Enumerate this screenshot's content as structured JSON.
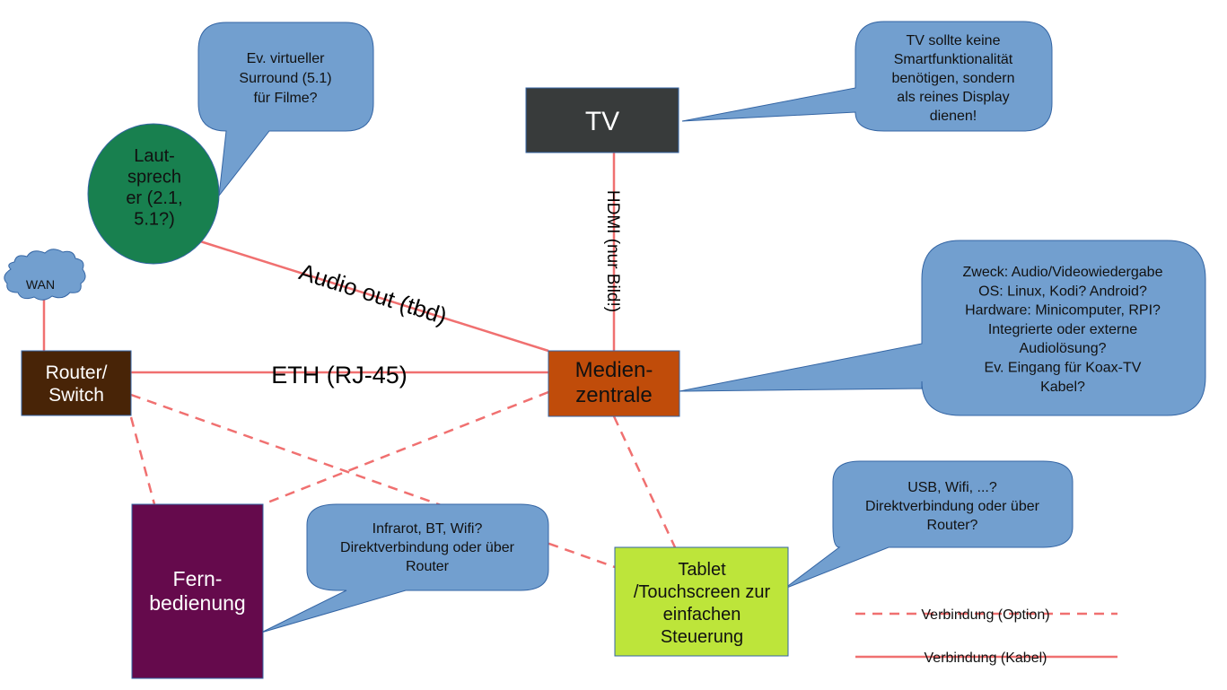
{
  "colors": {
    "cable": "#f07070",
    "callout_fill": "#729fcf",
    "callout_stroke": "#3465a4",
    "node_stroke": "#3465a4",
    "tv": "#383b3b",
    "router": "#482407",
    "medien": "#c04c0a",
    "lautsprecher": "#18804f",
    "fernbedienung": "#650a4c",
    "tablet": "#bde53a",
    "wan": "#729fcf"
  },
  "nodes": {
    "tv": {
      "label": [
        "TV"
      ]
    },
    "router": {
      "label": [
        "Router/",
        "Switch"
      ]
    },
    "medien": {
      "label": [
        "Medien-",
        "zentrale"
      ]
    },
    "lautsprecher": {
      "label": [
        "Laut-",
        "sprech",
        "er (2.1,",
        "5.1?)"
      ]
    },
    "fernbedienung": {
      "label": [
        "Fern-",
        "bedienung"
      ]
    },
    "tablet": {
      "label": [
        "Tablet",
        "/Touchscreen zur",
        "einfachen",
        "Steuerung"
      ]
    },
    "wan": {
      "label": [
        "WAN"
      ]
    }
  },
  "connections": {
    "audio": {
      "label": "Audio out (tbd)",
      "type": "cable"
    },
    "eth": {
      "label": "ETH (RJ-45)",
      "type": "cable"
    },
    "hdmi": {
      "label": "HDMI (nur Bild!)",
      "type": "cable"
    },
    "wan_router": {
      "type": "cable"
    },
    "router_fern": {
      "type": "option"
    },
    "router_tablet": {
      "type": "option"
    },
    "medien_fern": {
      "type": "option"
    },
    "medien_tablet": {
      "type": "option"
    }
  },
  "callouts": {
    "surround": [
      "Ev. virtueller",
      "Surround (5.1)",
      "für Filme?"
    ],
    "tv_note": [
      "TV sollte keine",
      "Smartfunktionalität",
      "benötigen, sondern",
      "als reines Display",
      "dienen!"
    ],
    "medien_note": [
      "Zweck: Audio/Videowiedergabe",
      "OS: Linux, Kodi? Android?",
      "Hardware: Minicomputer, RPI?",
      "Integrierte oder externe",
      "Audiolösung?",
      "Ev. Eingang für Koax-TV",
      "Kabel?"
    ],
    "fern_note": [
      "Infrarot, BT, Wifi?",
      "Direktverbindung oder über",
      "Router"
    ],
    "tablet_note": [
      "USB, Wifi, ...?",
      "Direktverbindung oder über",
      "Router?"
    ]
  },
  "legend": {
    "option": "Verbindung (Option)",
    "cable": "Verbindung (Kabel)"
  }
}
